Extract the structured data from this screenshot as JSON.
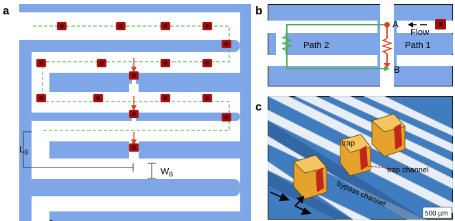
{
  "panels": {
    "a": {
      "letter": "a",
      "lb_main": "L",
      "lb_sub": "B",
      "wb_main": "W",
      "wb_sub": "B"
    },
    "b": {
      "letter": "b",
      "label_a": "A",
      "label_b": "B",
      "flow": "Flow",
      "path1": "Path 1",
      "path2": "Path 2"
    },
    "c": {
      "letter": "c",
      "trap": "trap",
      "trap_channel": "trap channel",
      "bypass_channel": "bypass channel",
      "scale": "500 µm"
    }
  },
  "colors": {
    "channel_blue": "#7fa7e8",
    "wall_white": "#ffffff",
    "path_green": "#4caf50",
    "dashed_green": "#5cb85c",
    "cell_red": "#b01010",
    "arrow_red": "#d8431e",
    "trap_orange": "#f0b43a",
    "frame": "#1a1a1a"
  }
}
